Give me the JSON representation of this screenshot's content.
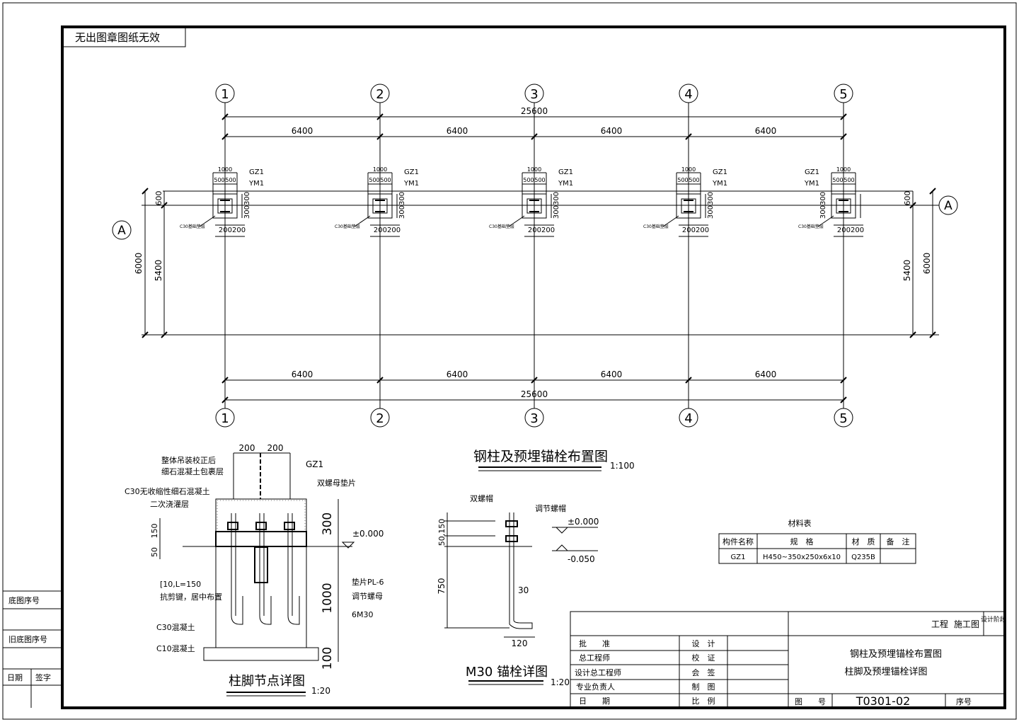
{
  "notice": "无出图章图纸无效",
  "axis_numbers": [
    "1",
    "2",
    "3",
    "4",
    "5"
  ],
  "axis_letter": "A",
  "plan": {
    "title": "钢柱及预埋锚栓布置图",
    "scale": "1:100",
    "total_length": "25600",
    "spans": [
      "6400",
      "6400",
      "6400",
      "6400"
    ],
    "width_total": "6000",
    "width_inner": "5400",
    "edge": "600",
    "col_label": "GZ1",
    "plate_label": "YM1",
    "dim_top": "1000",
    "dim_half": "500",
    "dim_bolt": "300",
    "dim_200": "200",
    "dim_side": "1000",
    "c30_label": "C30基础垫层"
  },
  "base_detail": {
    "title": "柱脚节点详图",
    "scale": "1:20",
    "dim_200": "200",
    "dim_300": "300",
    "dim_150": "150",
    "dim_50": "50",
    "dim_1000": "1000",
    "dim_100": "100",
    "elev": "±0.000",
    "labels": {
      "adjust": "整体吊装校正后",
      "fill": "细石混凝土包裹层",
      "grout": "C30无收缩性细石混凝土",
      "second": "二次浇灌层",
      "gz1": "GZ1",
      "double_nut": "双螺母垫片",
      "shear": "[10,L=150",
      "shear2": "抗剪键，居中布置",
      "plate": "垫片PL-6",
      "adjust_nut": "调节螺母",
      "bolts": "6M30",
      "c30": "C30混凝土",
      "c10": "C10混凝土"
    }
  },
  "bolt_detail": {
    "title": "M30 锚栓详图",
    "scale": "1:20",
    "double_nut": "双螺帽",
    "adjust_nut": "调节螺帽",
    "elev1": "±0.000",
    "elev2": "-0.050",
    "dim_150": "50,150",
    "dim_750": "750",
    "dim_30": "30",
    "dim_120": "120"
  },
  "material_table": {
    "title": "材料表",
    "headers": [
      "构件名称",
      "规　格",
      "材　质",
      "备　注"
    ],
    "rows": [
      [
        "GZ1",
        "H450~350x250x6x10",
        "Q235B",
        ""
      ]
    ]
  },
  "title_block": {
    "project": "工程",
    "stage": "施工图",
    "stage_label": "设计阶段",
    "roles": [
      "批　　准",
      "总工程师",
      "设计总工程师",
      "专业负责人",
      "日　　期"
    ],
    "roles2": [
      "设　计",
      "校　证",
      "会　签",
      "制　图",
      "比　例"
    ],
    "drawing_title_1": "钢柱及预埋锚栓布置图",
    "drawing_title_2": "柱脚及预埋锚栓详图",
    "drawing_no_label": "图　　号",
    "drawing_no": "T0301-02",
    "seq_label": "序号"
  },
  "side_strip": {
    "label1": "底图序号",
    "label2": "旧底图序号",
    "label3": "日期",
    "label4": "签字"
  }
}
